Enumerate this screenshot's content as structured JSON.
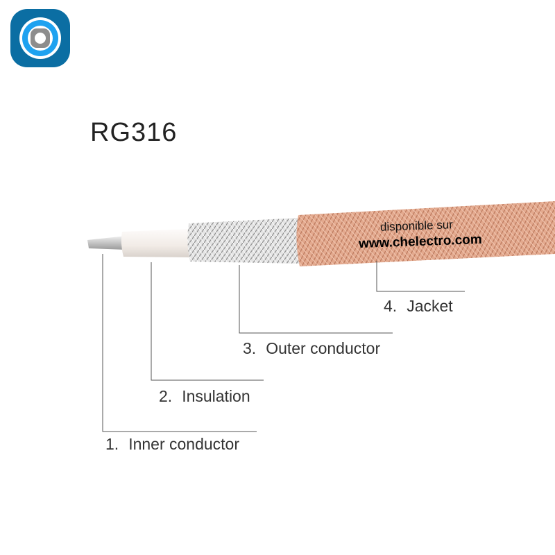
{
  "title": "RG316",
  "watermark": {
    "line1": "disponible sur",
    "line2": "www.chelectro.com"
  },
  "labels": [
    {
      "num": "1.",
      "text": "Inner conductor"
    },
    {
      "num": "2.",
      "text": "Insulation"
    },
    {
      "num": "3.",
      "text": "Outer conductor"
    },
    {
      "num": "4.",
      "text": "Jacket"
    }
  ],
  "colors": {
    "logo_outer": "#0b6ea3",
    "logo_ring": "#1ea2f0",
    "jacket": "#e0a48a",
    "braid": "#d8d8d8",
    "insulation": "#f7f2ee"
  }
}
